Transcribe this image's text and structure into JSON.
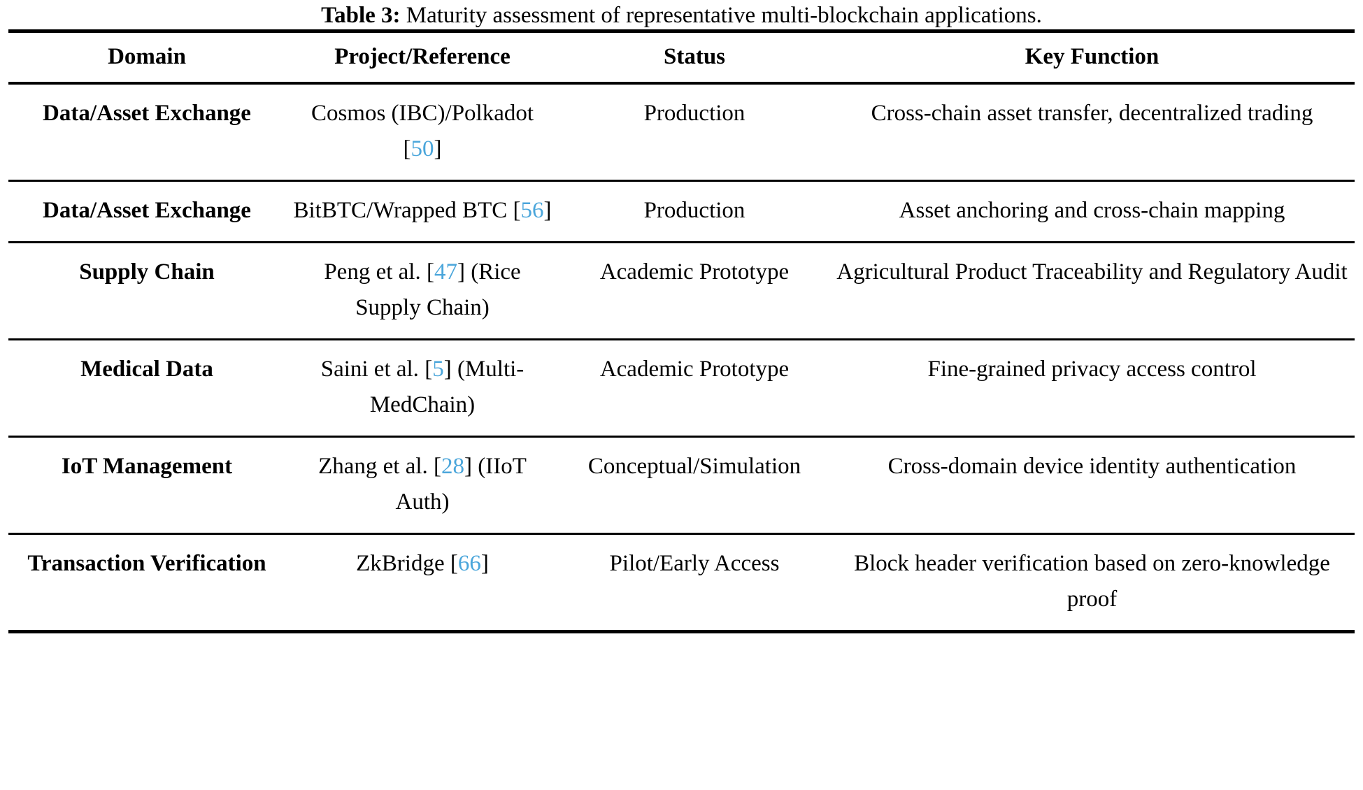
{
  "caption": {
    "label": "Table 3:",
    "text": " Maturity assessment of representative multi-blockchain applications."
  },
  "colors": {
    "citation": "#4BA6DB",
    "rule": "#000000",
    "text": "#000000",
    "background": "#ffffff"
  },
  "table": {
    "headers": [
      "Domain",
      "Project/Reference",
      "Status",
      "Key Function"
    ],
    "rows": [
      {
        "domain": "Data/Asset Exchange",
        "project_pre": "Cosmos (IBC)/Polkadot ",
        "project_cite_open": "[",
        "project_cite_num": "50",
        "project_cite_close": "]",
        "project_post": "",
        "status": "Production",
        "function": "Cross-chain asset transfer, decentralized trading"
      },
      {
        "domain": "Data/Asset Exchange",
        "project_pre": "BitBTC/Wrapped BTC ",
        "project_cite_open": "[",
        "project_cite_num": "56",
        "project_cite_close": "]",
        "project_post": "",
        "status": "Production",
        "function": "Asset anchoring and cross-chain mapping"
      },
      {
        "domain": "Supply Chain",
        "project_pre": "Peng et al. ",
        "project_cite_open": "[",
        "project_cite_num": "47",
        "project_cite_close": "]",
        "project_post": " (Rice Supply Chain)",
        "status": "Academic Prototype",
        "function": "Agricultural Product Traceability and Regulatory Audit"
      },
      {
        "domain": "Medical Data",
        "project_pre": "Saini et al. ",
        "project_cite_open": "[",
        "project_cite_num": "5",
        "project_cite_close": "]",
        "project_post": " (Multi-MedChain)",
        "status": "Academic Prototype",
        "function": "Fine-grained privacy access control"
      },
      {
        "domain": "IoT Management",
        "project_pre": "Zhang et al. ",
        "project_cite_open": "[",
        "project_cite_num": "28",
        "project_cite_close": "]",
        "project_post": " (IIoT Auth)",
        "status": "Conceptual/Simulation",
        "function": "Cross-domain device identity authentication"
      },
      {
        "domain": "Transaction Verification",
        "project_pre": "ZkBridge ",
        "project_cite_open": "[",
        "project_cite_num": "66",
        "project_cite_close": "]",
        "project_post": "",
        "status": "Pilot/Early Access",
        "function": "Block header verification based on zero-knowledge proof"
      }
    ]
  }
}
